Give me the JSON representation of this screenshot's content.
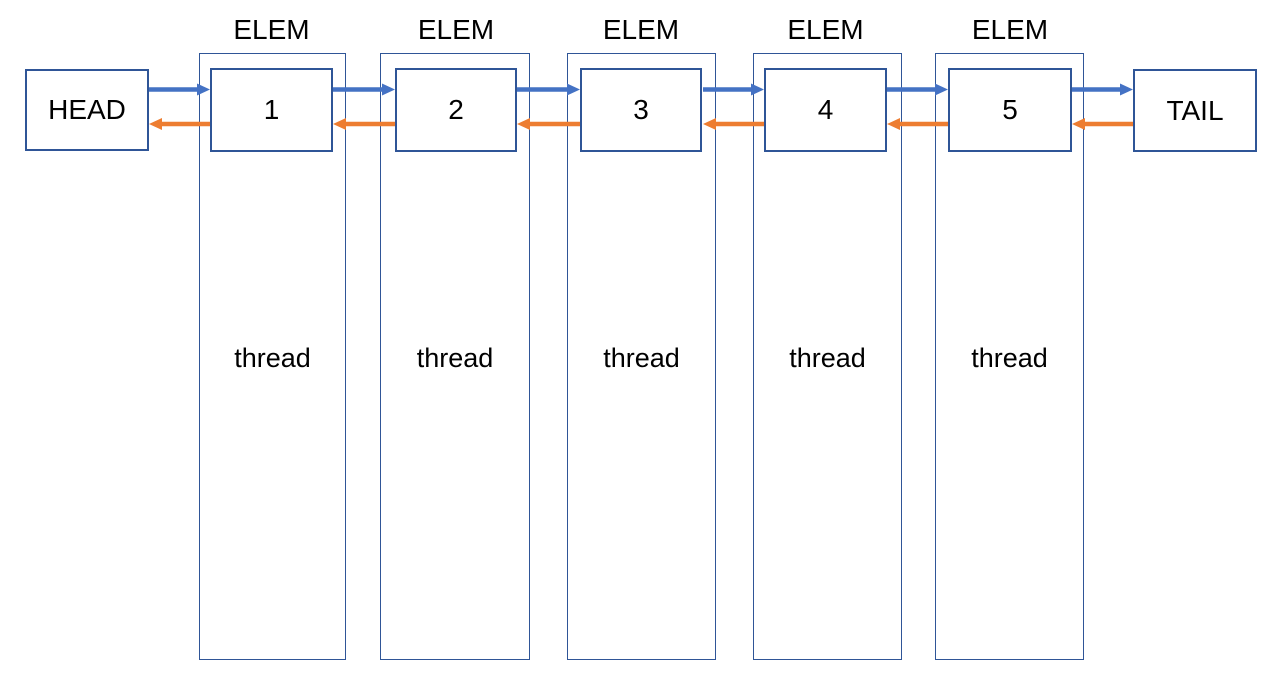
{
  "colors": {
    "forward_arrow": "#4472C4",
    "backward_arrow": "#ED7D31",
    "box_border": "#2F5597",
    "text": "#000000",
    "background": "#FFFFFF"
  },
  "head": {
    "label": "HEAD"
  },
  "tail": {
    "label": "TAIL"
  },
  "nodes": [
    {
      "header": "ELEM",
      "value": "1",
      "body": "thread"
    },
    {
      "header": "ELEM",
      "value": "2",
      "body": "thread"
    },
    {
      "header": "ELEM",
      "value": "3",
      "body": "thread"
    },
    {
      "header": "ELEM",
      "value": "4",
      "body": "thread"
    },
    {
      "header": "ELEM",
      "value": "5",
      "body": "thread"
    }
  ]
}
